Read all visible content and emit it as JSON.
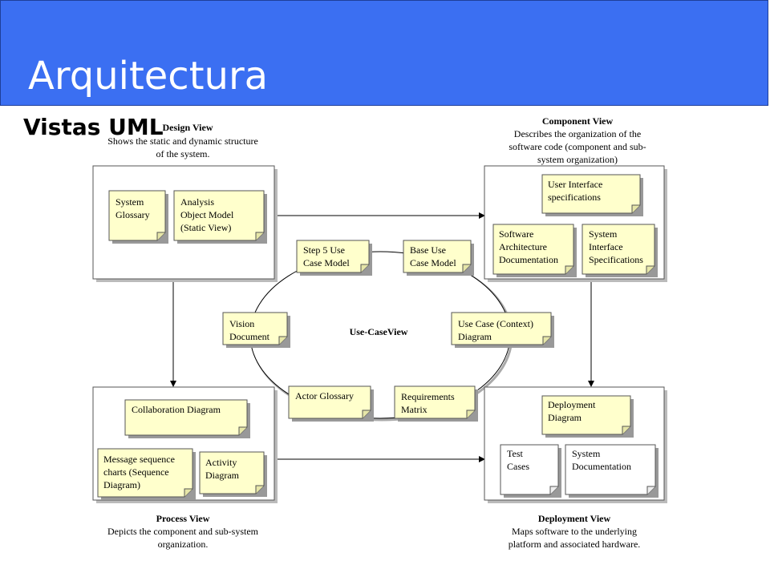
{
  "slide": {
    "title": "Arquitectura",
    "subtitle": "Vistas UML"
  },
  "views": {
    "design": {
      "heading": "Design View",
      "desc": [
        "Shows the static and dynamic structure",
        "of the system."
      ]
    },
    "component": {
      "heading": "Component View",
      "desc": [
        "Describes the organization of the",
        "software code (component and sub-",
        "system organization)"
      ]
    },
    "process": {
      "heading": "Process View",
      "desc": [
        "Depicts the component and sub-system",
        "organization."
      ]
    },
    "deployment": {
      "heading": "Deployment View",
      "desc": [
        "Maps software to the underlying",
        "platform and associated hardware."
      ]
    },
    "usecase": {
      "heading": "Use-CaseView"
    }
  },
  "notes": {
    "system_glossary": [
      "System",
      "Glossary"
    ],
    "analysis_object_model": [
      "Analysis",
      "Object Model",
      "(Static View)"
    ],
    "ui_specifications": [
      "User Interface",
      "specifications"
    ],
    "software_architecture_doc": [
      "Software",
      "Architecture",
      "Documentation"
    ],
    "system_interface_specs": [
      "System",
      "Interface",
      "Specifications"
    ],
    "step5_use_case_model": [
      "Step 5 Use",
      "Case Model"
    ],
    "base_use_case_model": [
      "Base Use",
      "Case Model"
    ],
    "vision_document": [
      "Vision",
      "Document"
    ],
    "use_case_context_diagram": [
      "Use Case (Context)",
      "Diagram"
    ],
    "actor_glossary": [
      "Actor Glossary"
    ],
    "requirements_matrix": [
      "Requirements",
      "Matrix"
    ],
    "collaboration_diagram": [
      "Collaboration Diagram"
    ],
    "message_sequence_charts": [
      "Message sequence",
      "charts (Sequence",
      "Diagram)"
    ],
    "activity_diagram": [
      "Activity",
      "Diagram"
    ],
    "deployment_diagram": [
      "Deployment",
      "Diagram"
    ],
    "test_cases": [
      "Test",
      "Cases"
    ],
    "system_documentation": [
      "System",
      "Documentation"
    ]
  },
  "colors": {
    "header": "#3b6ff2",
    "note_fill": "#ffffcc",
    "box_border": "#555555"
  }
}
